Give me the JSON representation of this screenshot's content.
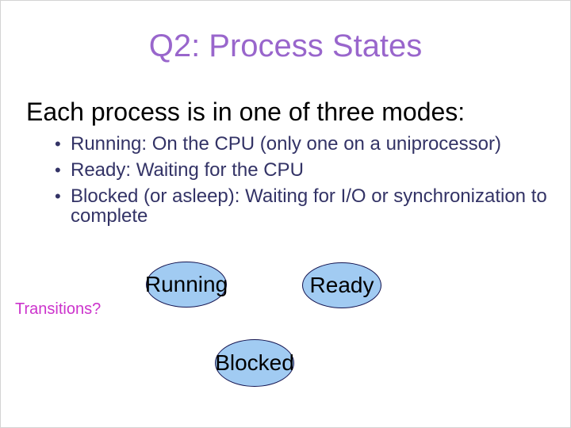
{
  "slide": {
    "title": "Q2: Process States",
    "heading": "Each process is in one of three modes:",
    "bullets": [
      "Running: On the CPU (only one on a uniprocessor)",
      "Ready: Waiting for the CPU",
      "Blocked (or asleep): Waiting for I/O or synchronization to complete"
    ],
    "bullet_marker": "•",
    "transitions_label": "Transitions?",
    "states": [
      {
        "id": "running",
        "label": "Running"
      },
      {
        "id": "ready",
        "label": "Ready"
      },
      {
        "id": "blocked",
        "label": "Blocked"
      }
    ],
    "colors": {
      "title": "#9966CC",
      "heading": "#000000",
      "bullet_text": "#333366",
      "transitions": "#CC33CC",
      "ellipse_fill": "#A1CBF2",
      "ellipse_border": "#141450",
      "ellipse_text": "#000000"
    }
  }
}
